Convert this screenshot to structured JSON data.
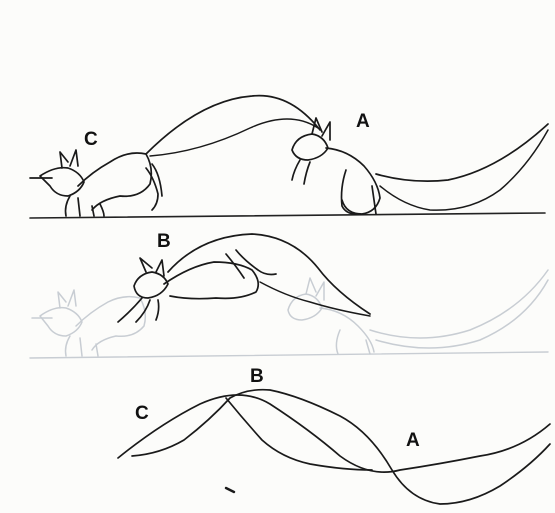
{
  "panels": [
    {
      "id": "panel-1",
      "labels": [
        "C",
        "A"
      ]
    },
    {
      "id": "panel-2",
      "labels": [
        "B"
      ]
    },
    {
      "id": "panel-3",
      "labels": [
        "C",
        "B",
        "A"
      ]
    }
  ],
  "colors": {
    "ink": "#111111",
    "ghost": "#c8cdd3",
    "paper": "#fcfcfa"
  }
}
